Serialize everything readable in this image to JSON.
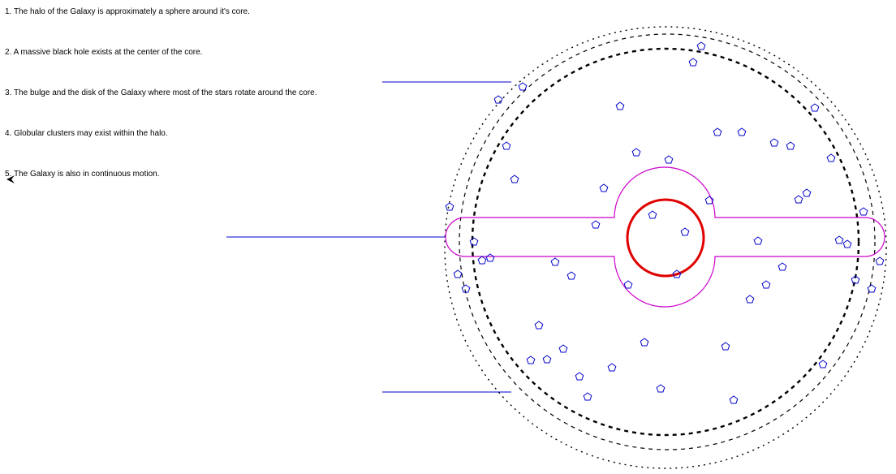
{
  "statements": [
    "1. The halo of the Galaxy is approximately a sphere around it's core.",
    "2. A massive black hole exists at the center of the core.",
    "3. The bulge and the disk of the Galaxy where most of the stars rotate around the core.",
    "4. Globular clusters may exist within the halo.",
    "5. The Galaxy is also in continuous motion."
  ],
  "colors": {
    "halo_rings": "#000000",
    "disk_bulge_outline": "#cc00cc",
    "black_hole": "#e00000",
    "globular_clusters": "#0000cc",
    "pointer_lines": "#0000cc"
  },
  "icons": {
    "cursor": "mouse-pointer-arrow-icon",
    "cluster": "pentagon-outline-icon"
  }
}
